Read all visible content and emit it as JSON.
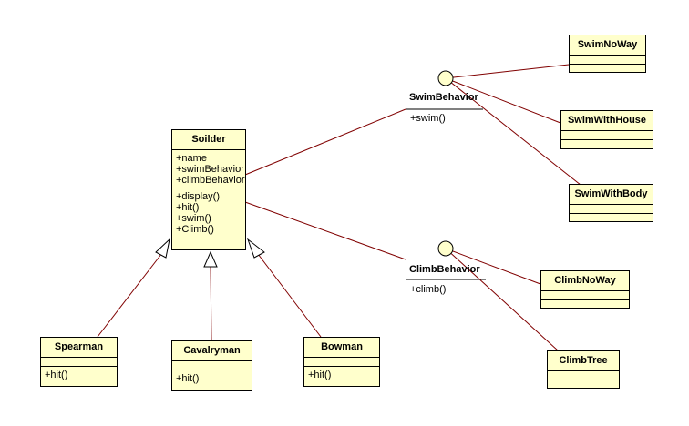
{
  "classes": {
    "soilder": {
      "name": "Soilder",
      "attributes": [
        "+name",
        "+swimBehavior",
        "+climbBehavior"
      ],
      "operations": [
        "+display()",
        "+hit()",
        "+swim()",
        "+Climb()"
      ]
    },
    "spearman": {
      "name": "Spearman",
      "operations": [
        "+hit()"
      ]
    },
    "cavalryman": {
      "name": "Cavalryman",
      "operations": [
        "+hit()"
      ]
    },
    "bowman": {
      "name": "Bowman",
      "operations": [
        "+hit()"
      ]
    },
    "swim_no_way": {
      "name": "SwimNoWay"
    },
    "swim_with_house": {
      "name": "SwimWithHouse"
    },
    "swim_with_body": {
      "name": "SwimWithBody"
    },
    "climb_no_way": {
      "name": "ClimbNoWay"
    },
    "climb_tree": {
      "name": "ClimbTree"
    }
  },
  "interfaces": {
    "swim": {
      "name": "SwimBehavior",
      "operation": "+swim()"
    },
    "climb": {
      "name": "ClimbBehavior",
      "operation": "+climb()"
    }
  },
  "colors": {
    "class_fill": "#ffffcc",
    "border": "#000000",
    "association_line": "#800000",
    "interface_fill": "#ffffcc"
  }
}
